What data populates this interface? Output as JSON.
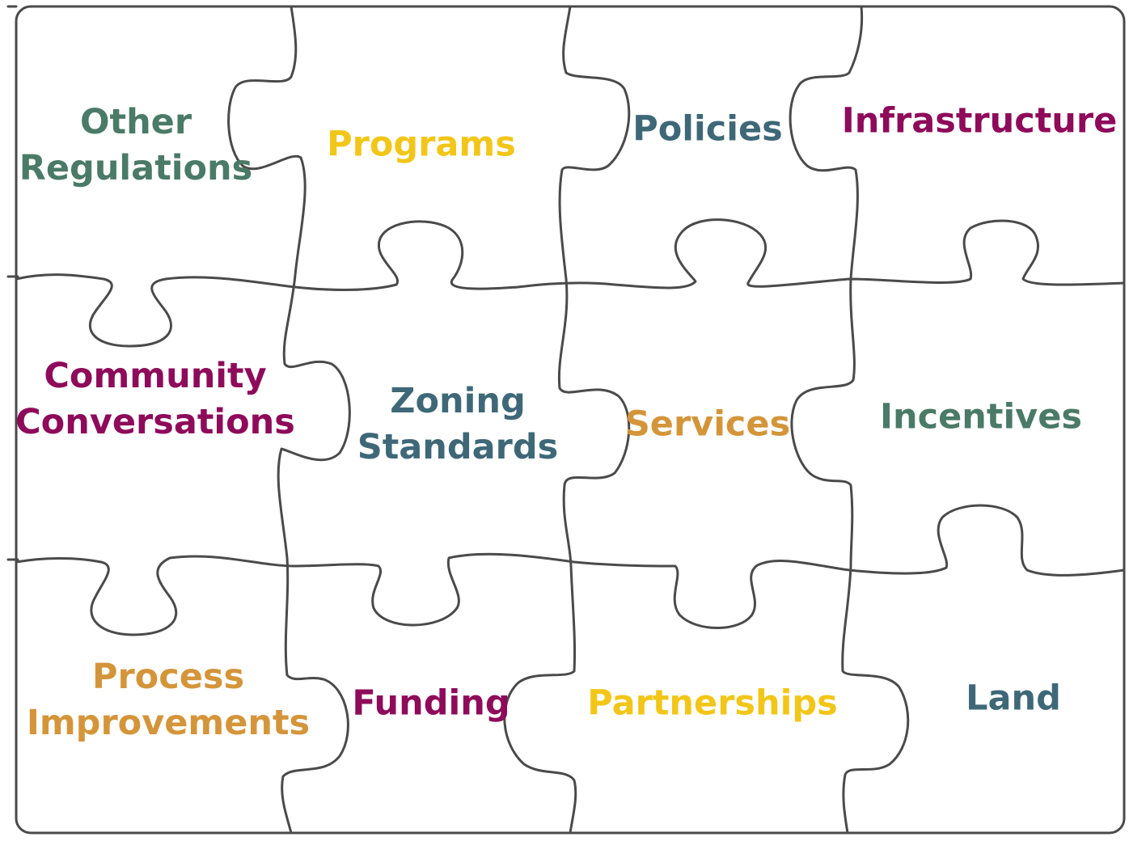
{
  "colors": {
    "green": "#4a7a68",
    "gold": "#f2c618",
    "teal": "#3e6878",
    "magenta": "#8e0a5a",
    "orange": "#d4953a",
    "outline": "#4a4a4a"
  },
  "pieces": [
    {
      "id": "other-regulations",
      "lines": [
        "Other",
        "Regulations"
      ],
      "color": "green"
    },
    {
      "id": "programs",
      "lines": [
        "Programs"
      ],
      "color": "gold"
    },
    {
      "id": "policies",
      "lines": [
        "Policies"
      ],
      "color": "teal"
    },
    {
      "id": "infrastructure",
      "lines": [
        "Infrastructure"
      ],
      "color": "magenta"
    },
    {
      "id": "community-conversations",
      "lines": [
        "Community",
        "Conversations"
      ],
      "color": "magenta"
    },
    {
      "id": "zoning-standards",
      "lines": [
        "Zoning",
        "Standards"
      ],
      "color": "teal"
    },
    {
      "id": "services",
      "lines": [
        "Services"
      ],
      "color": "orange"
    },
    {
      "id": "incentives",
      "lines": [
        "Incentives"
      ],
      "color": "green"
    },
    {
      "id": "process-improvements",
      "lines": [
        "Process",
        "Improvements"
      ],
      "color": "orange"
    },
    {
      "id": "funding",
      "lines": [
        "Funding"
      ],
      "color": "magenta"
    },
    {
      "id": "partnerships",
      "lines": [
        "Partnerships"
      ],
      "color": "gold"
    },
    {
      "id": "land",
      "lines": [
        "Land"
      ],
      "color": "teal"
    }
  ]
}
